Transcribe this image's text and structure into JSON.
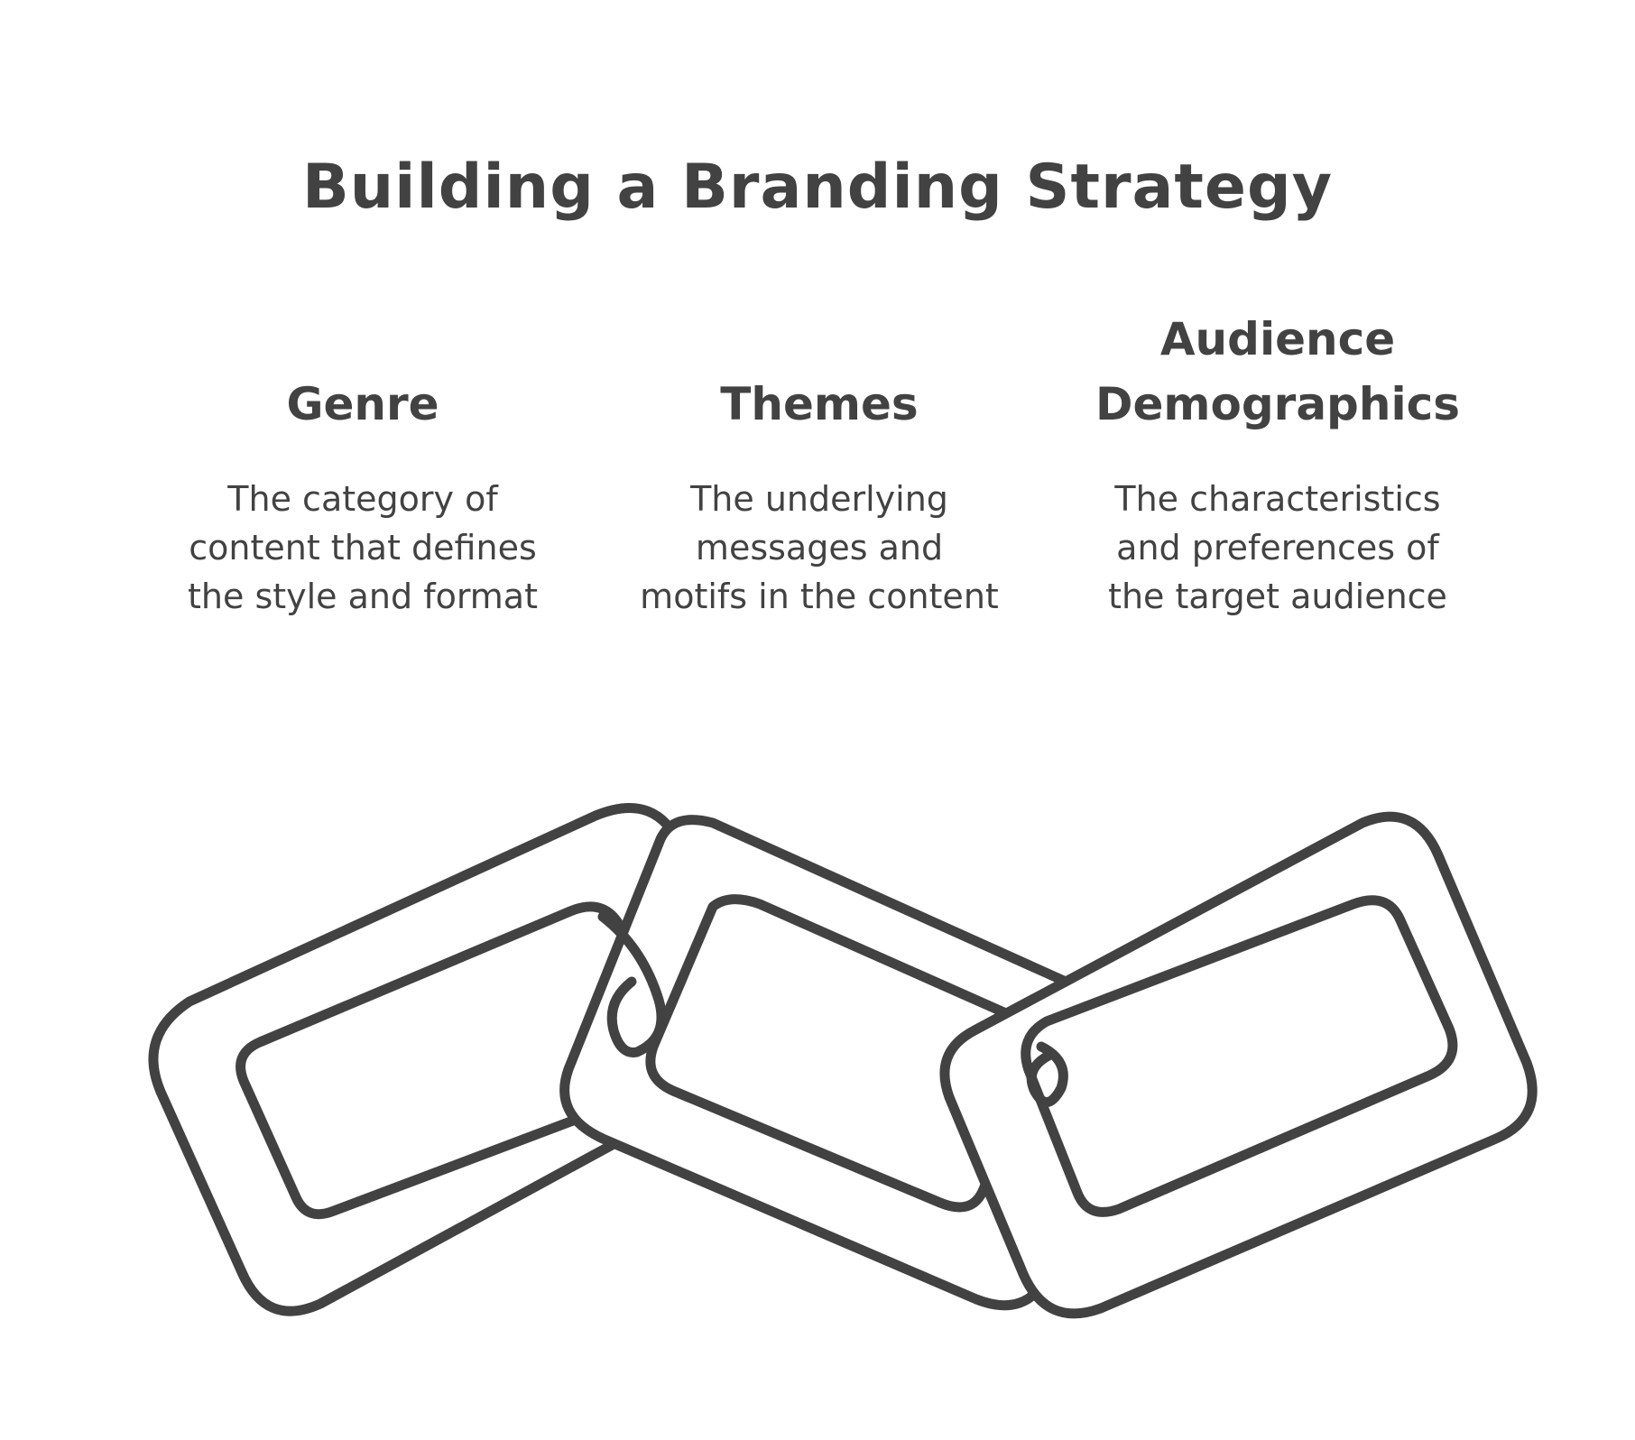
{
  "title": "Building a Branding Strategy",
  "columns": [
    {
      "heading": "Genre",
      "description": "The category of content that defines the style and format"
    },
    {
      "heading": "Themes",
      "description": "The underlying messages and motifs in the content"
    },
    {
      "heading": "Audience Demographics",
      "description": "The characteristics and preferences of the target audience"
    }
  ],
  "colors": {
    "ink": "#424242",
    "background": "#ffffff"
  },
  "icon": "chain-links-icon"
}
